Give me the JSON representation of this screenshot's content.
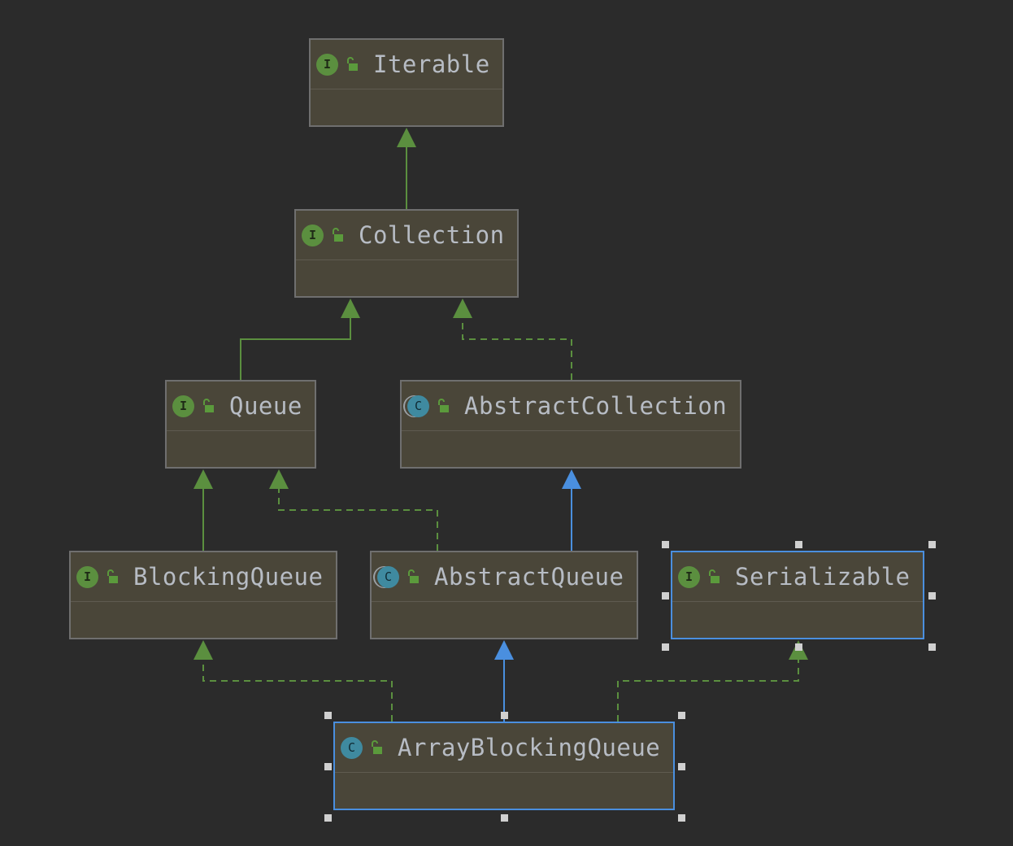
{
  "diagram": {
    "type": "uml-class-hierarchy",
    "nodes": [
      {
        "id": "iterable",
        "label": "Iterable",
        "kind": "interface",
        "kind_letter": "I"
      },
      {
        "id": "collection",
        "label": "Collection",
        "kind": "interface",
        "kind_letter": "I"
      },
      {
        "id": "queue",
        "label": "Queue",
        "kind": "interface",
        "kind_letter": "I"
      },
      {
        "id": "abstract_collection",
        "label": "AbstractCollection",
        "kind": "abstract",
        "kind_letter": "C"
      },
      {
        "id": "blocking_queue",
        "label": "BlockingQueue",
        "kind": "interface",
        "kind_letter": "I"
      },
      {
        "id": "abstract_queue",
        "label": "AbstractQueue",
        "kind": "abstract",
        "kind_letter": "C"
      },
      {
        "id": "serializable",
        "label": "Serializable",
        "kind": "interface",
        "kind_letter": "I",
        "selected": true
      },
      {
        "id": "array_blocking_queue",
        "label": "ArrayBlockingQueue",
        "kind": "class",
        "kind_letter": "C",
        "selected": true
      }
    ],
    "edges": [
      {
        "from": "collection",
        "to": "iterable",
        "relation": "extends",
        "style": "solid",
        "color": "#5b8f3f"
      },
      {
        "from": "queue",
        "to": "collection",
        "relation": "extends",
        "style": "solid",
        "color": "#5b8f3f"
      },
      {
        "from": "abstract_collection",
        "to": "collection",
        "relation": "implements",
        "style": "dashed",
        "color": "#5b8f3f"
      },
      {
        "from": "blocking_queue",
        "to": "queue",
        "relation": "extends",
        "style": "solid",
        "color": "#5b8f3f"
      },
      {
        "from": "abstract_queue",
        "to": "queue",
        "relation": "implements",
        "style": "dashed",
        "color": "#5b8f3f"
      },
      {
        "from": "abstract_queue",
        "to": "abstract_collection",
        "relation": "extends",
        "style": "solid",
        "color": "#4a8fdf"
      },
      {
        "from": "array_blocking_queue",
        "to": "blocking_queue",
        "relation": "implements",
        "style": "dashed",
        "color": "#5b8f3f"
      },
      {
        "from": "array_blocking_queue",
        "to": "abstract_queue",
        "relation": "extends",
        "style": "solid",
        "color": "#4a8fdf"
      },
      {
        "from": "array_blocking_queue",
        "to": "serializable",
        "relation": "implements",
        "style": "dashed",
        "color": "#5b8f3f"
      }
    ],
    "colors": {
      "background": "#2b2b2b",
      "node_fill": "#4a4639",
      "node_border": "#6f6f6f",
      "selected_border": "#4a8fdf",
      "interface_badge": "#5b8f3f",
      "class_badge": "#3f8aa0",
      "label_text": "#b7bcc4",
      "visibility_icon": "#5b9a3c"
    },
    "visibility_icon": "unlocked-public-icon"
  }
}
